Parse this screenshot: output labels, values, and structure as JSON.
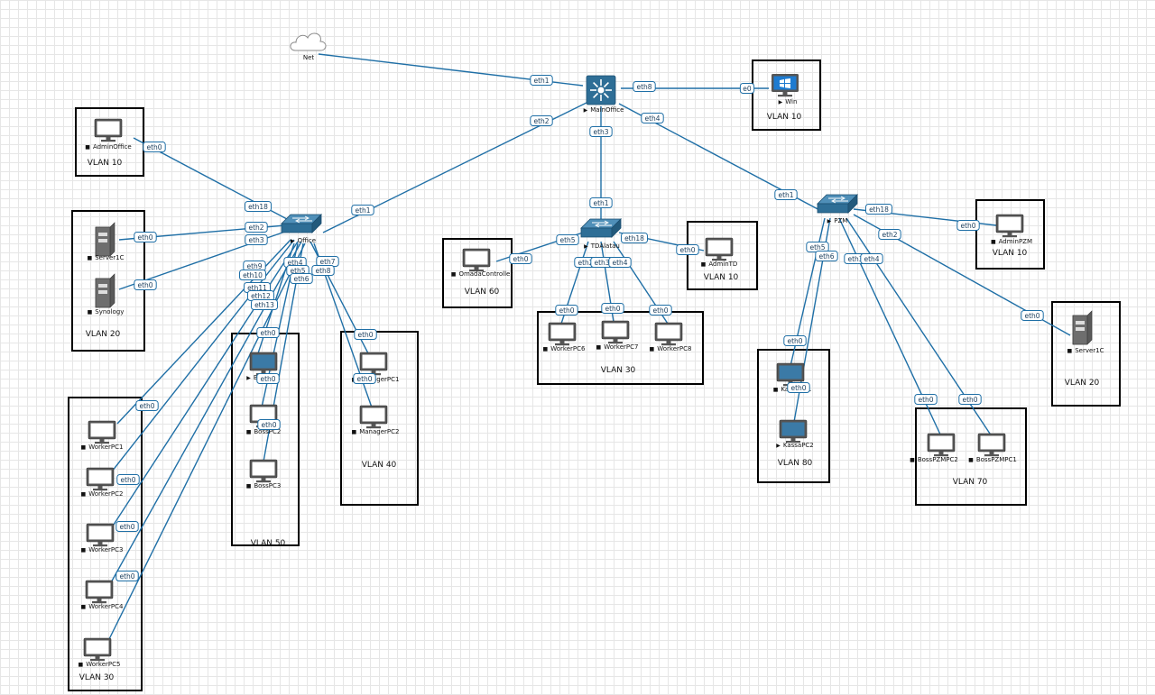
{
  "nodes": [
    {
      "id": "net",
      "type": "cloud",
      "label": "Net",
      "marker": ""
    },
    {
      "id": "mainoffice",
      "type": "router",
      "label": "MainOffice",
      "marker": "▶"
    },
    {
      "id": "win",
      "type": "pc-win",
      "label": "Win",
      "marker": "▶"
    },
    {
      "id": "office",
      "type": "switch",
      "label": "Office",
      "marker": "▶"
    },
    {
      "id": "tdalatau",
      "type": "switch",
      "label": "TDAlatau",
      "marker": "▶"
    },
    {
      "id": "pzm",
      "type": "switch",
      "label": "PZM",
      "marker": "▶"
    },
    {
      "id": "adminoffice",
      "type": "pc",
      "label": "AdminOffice",
      "marker": "■"
    },
    {
      "id": "server1c",
      "type": "server",
      "label": "Server1C",
      "marker": "■"
    },
    {
      "id": "synology",
      "type": "server",
      "label": "Synology",
      "marker": "■"
    },
    {
      "id": "workerpc1",
      "type": "pc",
      "label": "WorkerPC1",
      "marker": "■"
    },
    {
      "id": "workerpc2",
      "type": "pc",
      "label": "WorkerPC2",
      "marker": "■"
    },
    {
      "id": "workerpc3",
      "type": "pc",
      "label": "WorkerPC3",
      "marker": "■"
    },
    {
      "id": "workerpc4",
      "type": "pc",
      "label": "WorkerPC4",
      "marker": "■"
    },
    {
      "id": "workerpc5",
      "type": "pc",
      "label": "WorkerPC5",
      "marker": "■"
    },
    {
      "id": "bosspc1",
      "type": "pc-on",
      "label": "BossPC1",
      "marker": "▶"
    },
    {
      "id": "bosspc2",
      "type": "pc",
      "label": "BossPC2",
      "marker": "■"
    },
    {
      "id": "bosspc3",
      "type": "pc",
      "label": "BossPC3",
      "marker": "■"
    },
    {
      "id": "managerpc1",
      "type": "pc",
      "label": "ManagerPC1",
      "marker": "■"
    },
    {
      "id": "managerpc2",
      "type": "pc",
      "label": "ManagerPC2",
      "marker": "■"
    },
    {
      "id": "omada",
      "type": "pc",
      "label": "OmadaController",
      "marker": "■"
    },
    {
      "id": "admintd",
      "type": "pc",
      "label": "AdminTD",
      "marker": "■"
    },
    {
      "id": "workerpc6",
      "type": "pc",
      "label": "WorkerPC6",
      "marker": "■"
    },
    {
      "id": "workerpc7",
      "type": "pc",
      "label": "WorkerPC7",
      "marker": "■"
    },
    {
      "id": "workerpc8",
      "type": "pc",
      "label": "WorkerPC8",
      "marker": "■"
    },
    {
      "id": "adminpzm",
      "type": "pc",
      "label": "AdminPZM",
      "marker": "■"
    },
    {
      "id": "server1c_pzm",
      "type": "server",
      "label": "Server1C",
      "marker": "■"
    },
    {
      "id": "kassapc1",
      "type": "pc-on",
      "label": "KassaPC1",
      "marker": "■"
    },
    {
      "id": "kassapc2",
      "type": "pc-on",
      "label": "KassaPC2",
      "marker": "▶"
    },
    {
      "id": "bosspzmpc2",
      "type": "pc",
      "label": "BossPZMPC2",
      "marker": "■"
    },
    {
      "id": "bosspzmpc1",
      "type": "pc",
      "label": "BossPZMPC1",
      "marker": "■"
    }
  ],
  "links": [
    {
      "from": "net",
      "to": "mainoffice",
      "to_port": "eth1"
    },
    {
      "from": "mainoffice",
      "to": "win",
      "from_port": "eth8",
      "to_port": "e0"
    },
    {
      "from": "mainoffice",
      "to": "office",
      "from_port": "eth2",
      "to_port": "eth1"
    },
    {
      "from": "mainoffice",
      "to": "tdalatau",
      "from_port": "eth3",
      "to_port": "eth1"
    },
    {
      "from": "mainoffice",
      "to": "pzm",
      "from_port": "eth4",
      "to_port": "eth1"
    },
    {
      "from": "office",
      "to": "adminoffice",
      "from_port": "eth18",
      "to_port": "eth0"
    },
    {
      "from": "office",
      "to": "server1c",
      "from_port": "eth2",
      "to_port": "eth0"
    },
    {
      "from": "office",
      "to": "synology",
      "from_port": "eth3",
      "to_port": "eth0"
    },
    {
      "from": "office",
      "to": "workerpc1",
      "from_port": "eth9",
      "to_port": "eth0"
    },
    {
      "from": "office",
      "to": "workerpc2",
      "from_port": "eth10",
      "to_port": "eth0"
    },
    {
      "from": "office",
      "to": "workerpc3",
      "from_port": "eth11",
      "to_port": "eth0"
    },
    {
      "from": "office",
      "to": "workerpc4",
      "from_port": "eth12",
      "to_port": "eth0"
    },
    {
      "from": "office",
      "to": "workerpc5",
      "from_port": "eth13",
      "to_port": "eth0"
    },
    {
      "from": "office",
      "to": "bosspc1",
      "from_port": "eth4",
      "to_port": "eth0"
    },
    {
      "from": "office",
      "to": "bosspc2",
      "from_port": "eth5",
      "to_port": "eth0"
    },
    {
      "from": "office",
      "to": "bosspc3",
      "from_port": "eth6",
      "to_port": "eth0"
    },
    {
      "from": "office",
      "to": "managerpc1",
      "from_port": "eth7",
      "to_port": "eth0"
    },
    {
      "from": "office",
      "to": "managerpc2",
      "from_port": "eth8",
      "to_port": "eth0"
    },
    {
      "from": "tdalatau",
      "to": "omada",
      "from_port": "eth5",
      "to_port": "eth0"
    },
    {
      "from": "tdalatau",
      "to": "admintd",
      "from_port": "eth18",
      "to_port": "eth0"
    },
    {
      "from": "tdalatau",
      "to": "workerpc6",
      "from_port": "eth2",
      "to_port": "eth0"
    },
    {
      "from": "tdalatau",
      "to": "workerpc7",
      "from_port": "eth3",
      "to_port": "eth0"
    },
    {
      "from": "tdalatau",
      "to": "workerpc8",
      "from_port": "eth4",
      "to_port": "eth0"
    },
    {
      "from": "pzm",
      "to": "adminpzm",
      "from_port": "eth18",
      "to_port": "eth0"
    },
    {
      "from": "pzm",
      "to": "server1c_pzm",
      "from_port": "eth2",
      "to_port": "eth0"
    },
    {
      "from": "pzm",
      "to": "kassapc1",
      "from_port": "eth5",
      "to_port": "eth0"
    },
    {
      "from": "pzm",
      "to": "kassapc2",
      "from_port": "eth6",
      "to_port": "eth0"
    },
    {
      "from": "pzm",
      "to": "bosspzmpc2",
      "from_port": "eth3",
      "to_port": "eth0"
    },
    {
      "from": "pzm",
      "to": "bosspzmpc1",
      "from_port": "eth4",
      "to_port": "eth0"
    }
  ],
  "vlan_boxes": [
    {
      "id": "adminoffice",
      "label": "VLAN 10"
    },
    {
      "id": "servers-office",
      "label": "VLAN 20"
    },
    {
      "id": "workers-office",
      "label": "VLAN 30"
    },
    {
      "id": "boss-office",
      "label": "VLAN 50"
    },
    {
      "id": "managers-office",
      "label": "VLAN 40"
    },
    {
      "id": "omada",
      "label": "VLAN 60"
    },
    {
      "id": "workers-td",
      "label": "VLAN 30"
    },
    {
      "id": "admintd",
      "label": "VLAN 10"
    },
    {
      "id": "win",
      "label": "VLAN 10"
    },
    {
      "id": "adminpzm",
      "label": "VLAN 10"
    },
    {
      "id": "server-pzm",
      "label": "VLAN 20"
    },
    {
      "id": "kassa",
      "label": "VLAN 80"
    },
    {
      "id": "boss-pzm",
      "label": "VLAN 70"
    }
  ],
  "colors": {
    "link": "#1f6fa6",
    "switch": "#2e6e96",
    "device": "#555555",
    "screen_on": "#3b7aa6",
    "box": "#000000"
  }
}
